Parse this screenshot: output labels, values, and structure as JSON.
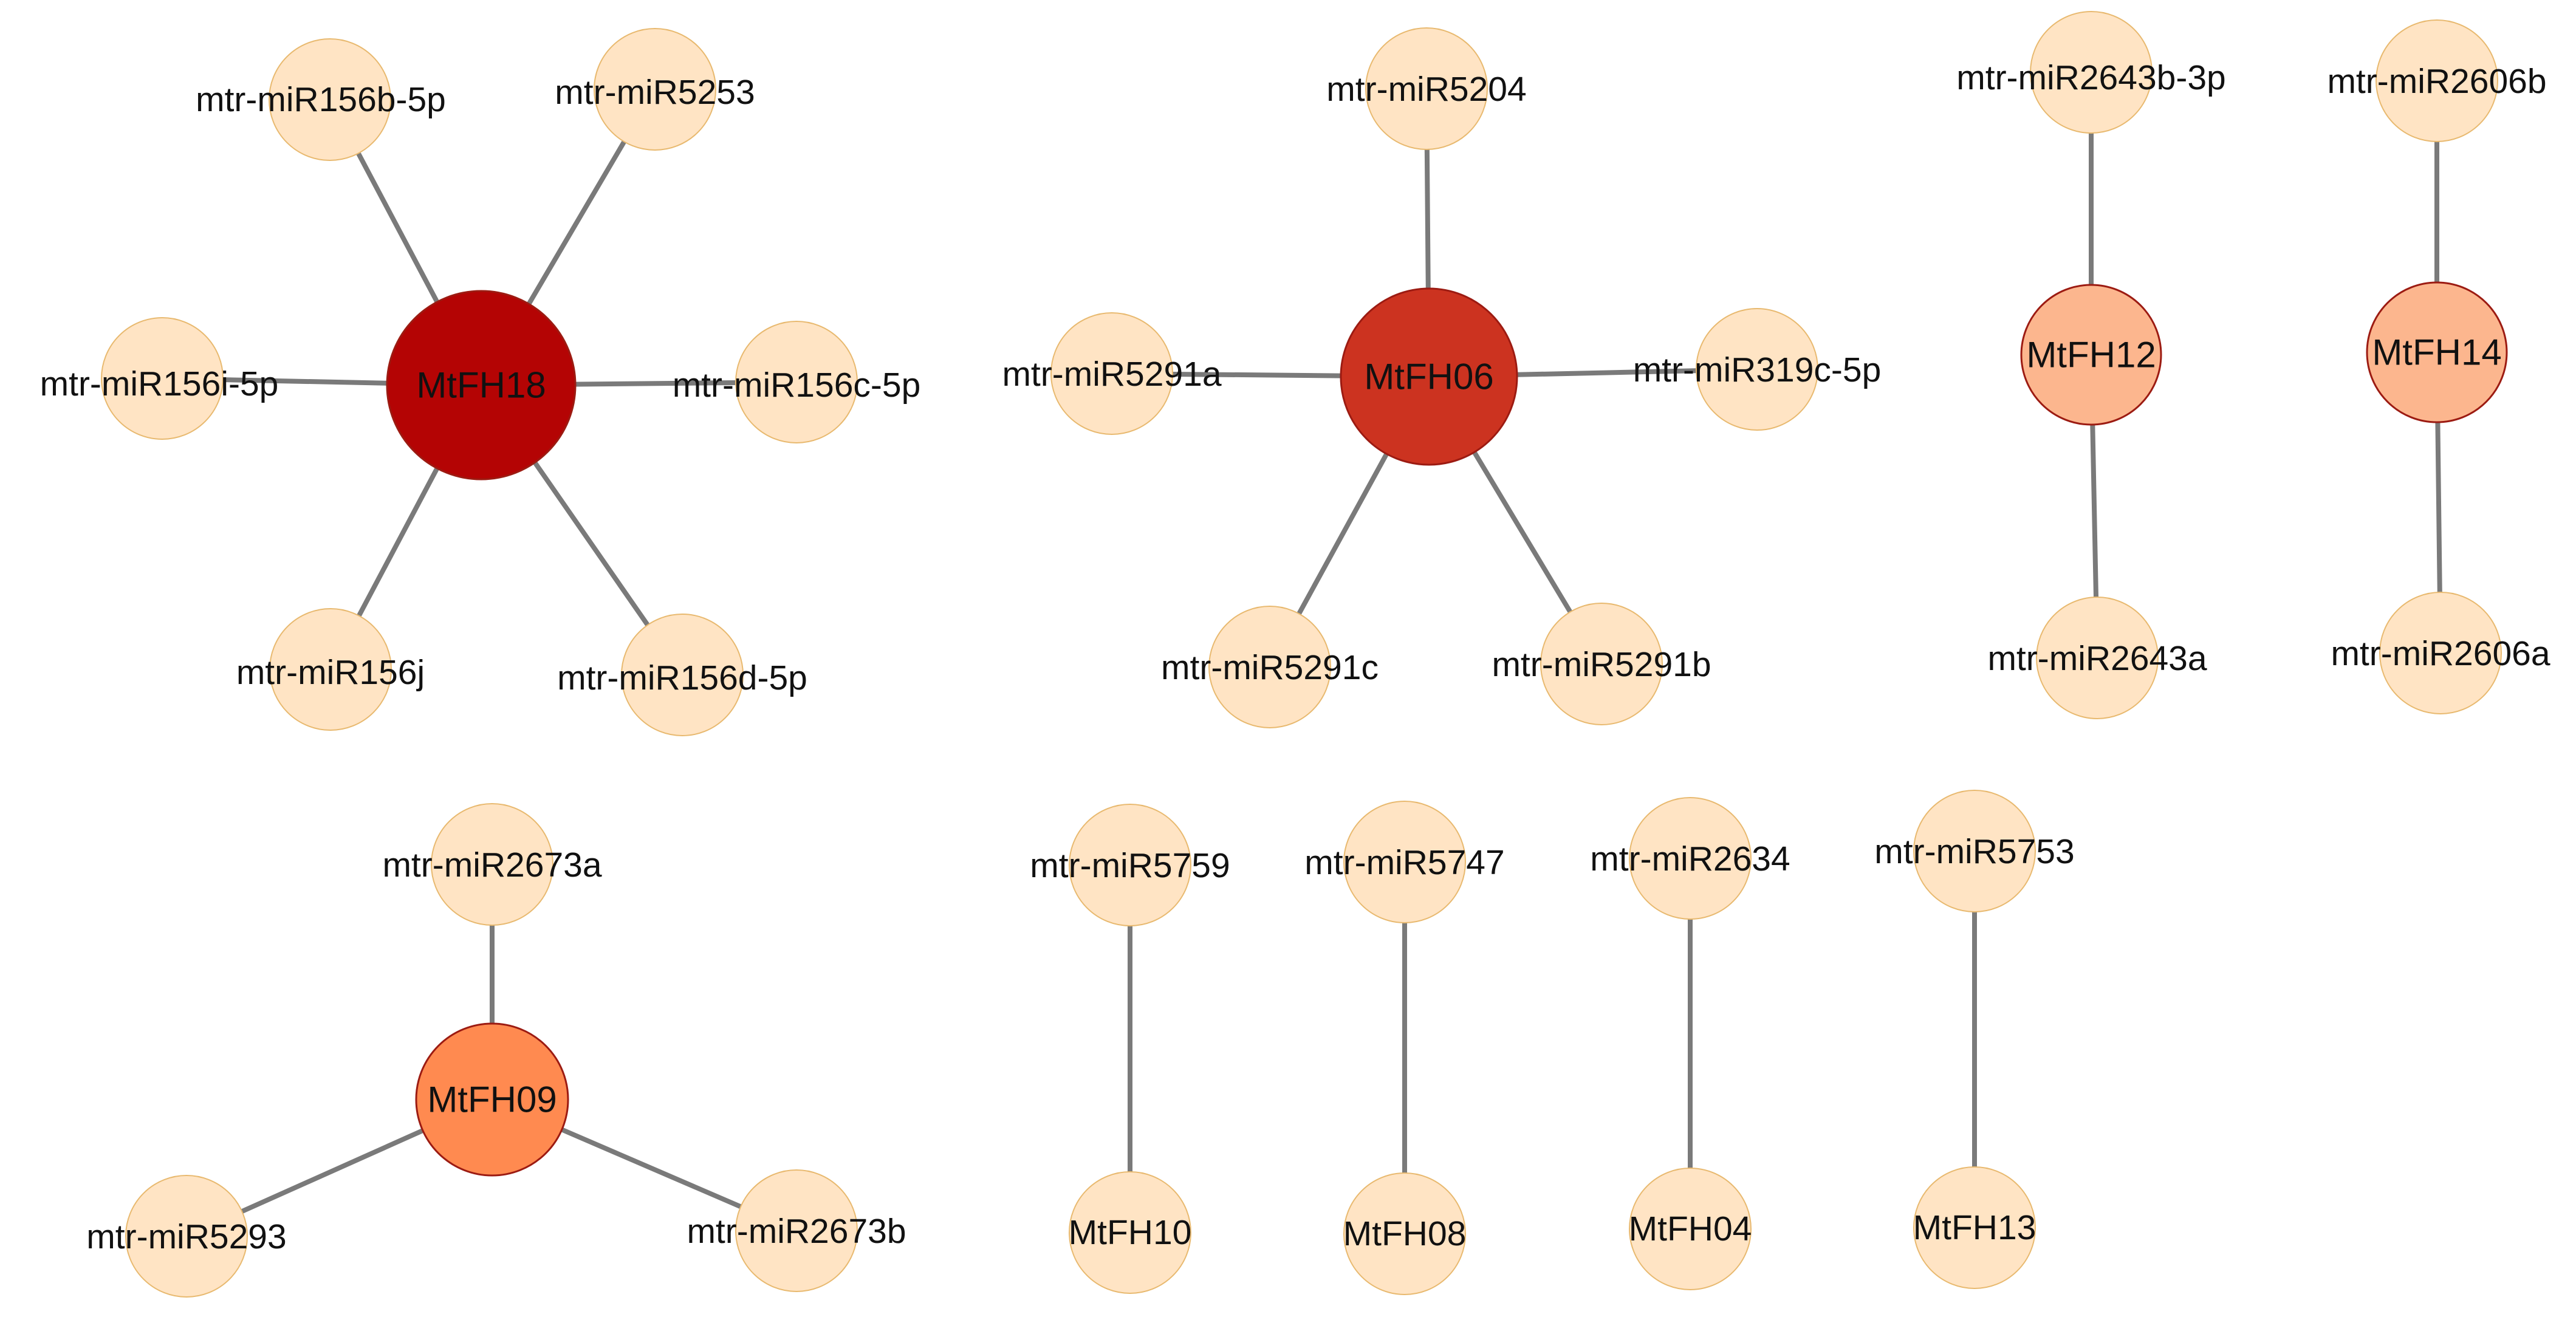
{
  "colors": {
    "background": "#ffffff",
    "edge": "#7a7a7a",
    "mirna_node": "#FFE4C4",
    "mtfh18": "#B40404",
    "mtfh06": "#CC3320",
    "mtfh09": "#FF8A50",
    "mtfh12": "#FCB68E",
    "mtfh14": "#FCB68E",
    "single_target_gene": "#FFE4C4"
  },
  "networks": [
    {
      "hub": {
        "label": "MtFH18",
        "color_key": "mtfh18"
      },
      "mirnas": [
        "mtr-miR156b-5p",
        "mtr-miR5253",
        "mtr-miR156i-5p",
        "mtr-miR156c-5p",
        "mtr-miR156j",
        "mtr-miR156d-5p"
      ]
    },
    {
      "hub": {
        "label": "MtFH06",
        "color_key": "mtfh06"
      },
      "mirnas": [
        "mtr-miR5204",
        "mtr-miR5291a",
        "mtr-miR319c-5p",
        "mtr-miR5291c",
        "mtr-miR5291b"
      ]
    },
    {
      "hub": {
        "label": "MtFH12",
        "color_key": "mtfh12"
      },
      "mirnas": [
        "mtr-miR2643b-3p",
        "mtr-miR2643a"
      ]
    },
    {
      "hub": {
        "label": "MtFH14",
        "color_key": "mtfh14"
      },
      "mirnas": [
        "mtr-miR2606b",
        "mtr-miR2606a"
      ]
    },
    {
      "hub": {
        "label": "MtFH09",
        "color_key": "mtfh09"
      },
      "mirnas": [
        "mtr-miR2673a",
        "mtr-miR5293",
        "mtr-miR2673b"
      ]
    },
    {
      "hub": {
        "label": "MtFH10",
        "color_key": "single_target_gene"
      },
      "mirnas": [
        "mtr-miR5759"
      ]
    },
    {
      "hub": {
        "label": "MtFH08",
        "color_key": "single_target_gene"
      },
      "mirnas": [
        "mtr-miR5747"
      ]
    },
    {
      "hub": {
        "label": "MtFH04",
        "color_key": "single_target_gene"
      },
      "mirnas": [
        "mtr-miR2634"
      ]
    },
    {
      "hub": {
        "label": "MtFH13",
        "color_key": "single_target_gene"
      },
      "mirnas": [
        "mtr-miR5753"
      ]
    }
  ]
}
